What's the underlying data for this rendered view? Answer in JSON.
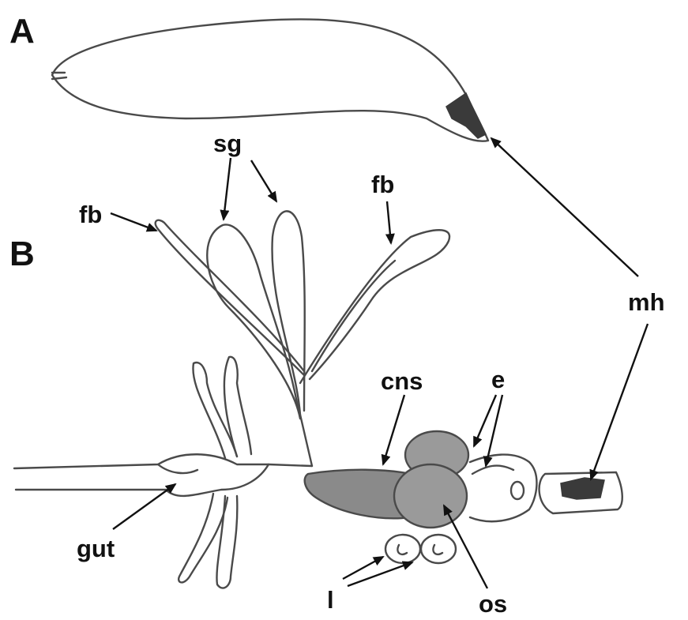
{
  "panels": {
    "a": "A",
    "b": "B"
  },
  "labels": {
    "sg": "sg",
    "fb_left": "fb",
    "fb_right": "fb",
    "mh": "mh",
    "cns": "cns",
    "e": "e",
    "gut": "gut",
    "l": "l",
    "os": "os"
  }
}
